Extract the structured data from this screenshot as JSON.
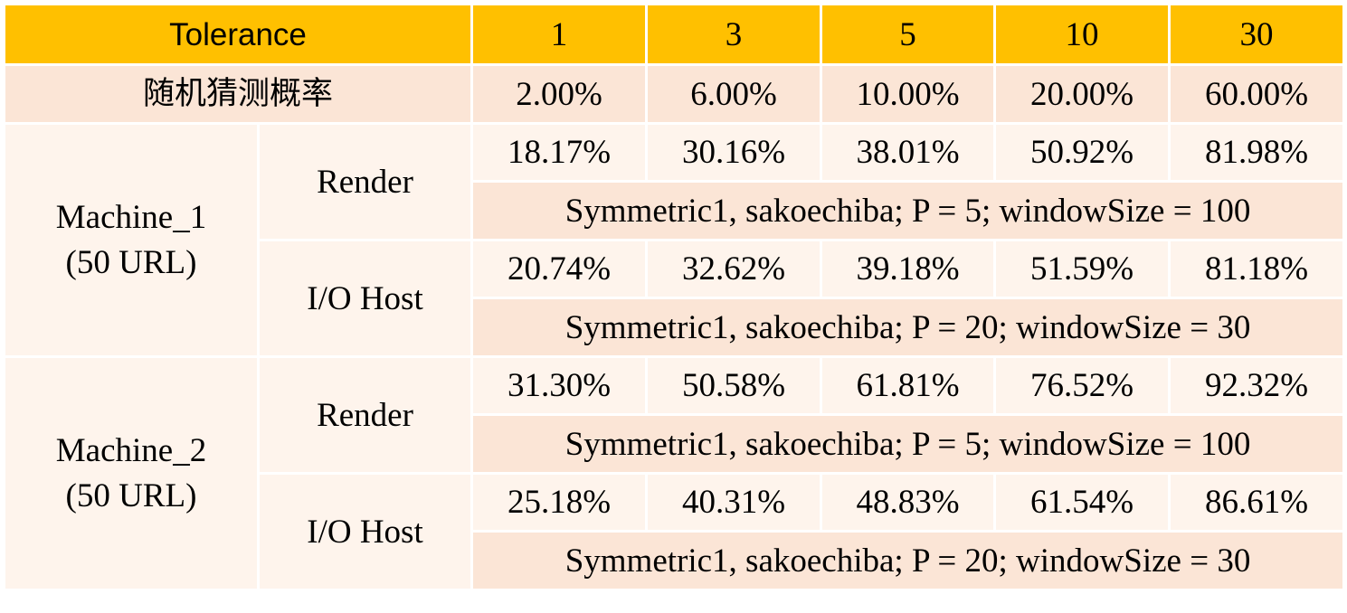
{
  "header": {
    "tolerance_label": "Tolerance",
    "tolerances": [
      "1",
      "3",
      "5",
      "10",
      "30"
    ]
  },
  "random_guess": {
    "label": "随机猜测概率",
    "values": [
      "2.00%",
      "6.00%",
      "10.00%",
      "20.00%",
      "60.00%"
    ]
  },
  "machines": [
    {
      "name": "Machine_1",
      "sample": "(50 URL)",
      "channels": [
        {
          "name": "Render",
          "values": [
            "18.17%",
            "30.16%",
            "38.01%",
            "50.92%",
            "81.98%"
          ],
          "params": "Symmetric1, sakoechiba;  P = 5;  windowSize = 100"
        },
        {
          "name": "I/O Host",
          "values": [
            "20.74%",
            "32.62%",
            "39.18%",
            "51.59%",
            "81.18%"
          ],
          "params": "Symmetric1, sakoechiba;  P = 20;  windowSize = 30"
        }
      ]
    },
    {
      "name": "Machine_2",
      "sample": "(50 URL)",
      "channels": [
        {
          "name": "Render",
          "values": [
            "31.30%",
            "50.58%",
            "61.81%",
            "76.52%",
            "92.32%"
          ],
          "params": "Symmetric1, sakoechiba;  P = 5;  windowSize = 100"
        },
        {
          "name": "I/O Host",
          "values": [
            "25.18%",
            "40.31%",
            "48.83%",
            "61.54%",
            "86.61%"
          ],
          "params": "Symmetric1, sakoechiba;  P = 20;  windowSize = 30"
        }
      ]
    }
  ],
  "colors": {
    "header_bg": "#ffc000",
    "accent_row_bg": "#fbe5d6",
    "light_row_bg": "#fef4ec",
    "border": "#ffffff"
  }
}
